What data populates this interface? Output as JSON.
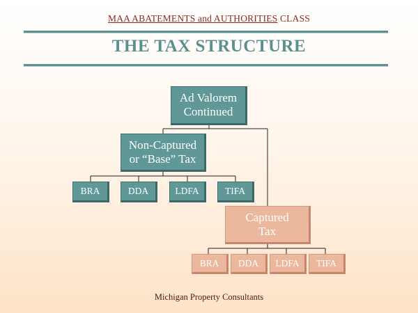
{
  "header": {
    "course_underlined": "MAA ABATEMENTS and AUTHORITIES",
    "course_rest": "CLASS"
  },
  "title": "THE TAX STRUCTURE",
  "diagram": {
    "root": {
      "line1": "Ad Valorem",
      "line2": "Continued"
    },
    "non_captured": {
      "line1": "Non-Captured",
      "line2": "or “Base” Tax",
      "children": [
        "BRA",
        "DDA",
        "LDFA",
        "TIFA"
      ]
    },
    "captured": {
      "line1": "Captured",
      "line2": "Tax",
      "children": [
        "BRA",
        "DDA",
        "LDFA",
        "TIFA"
      ]
    }
  },
  "footer": "Michigan Property Consultants",
  "colors": {
    "teal": "#5f9897",
    "peach": "#ebb79d",
    "rule": "#5f8f8f",
    "title": "#5b8f90",
    "header_text": "#8a2a1e"
  }
}
